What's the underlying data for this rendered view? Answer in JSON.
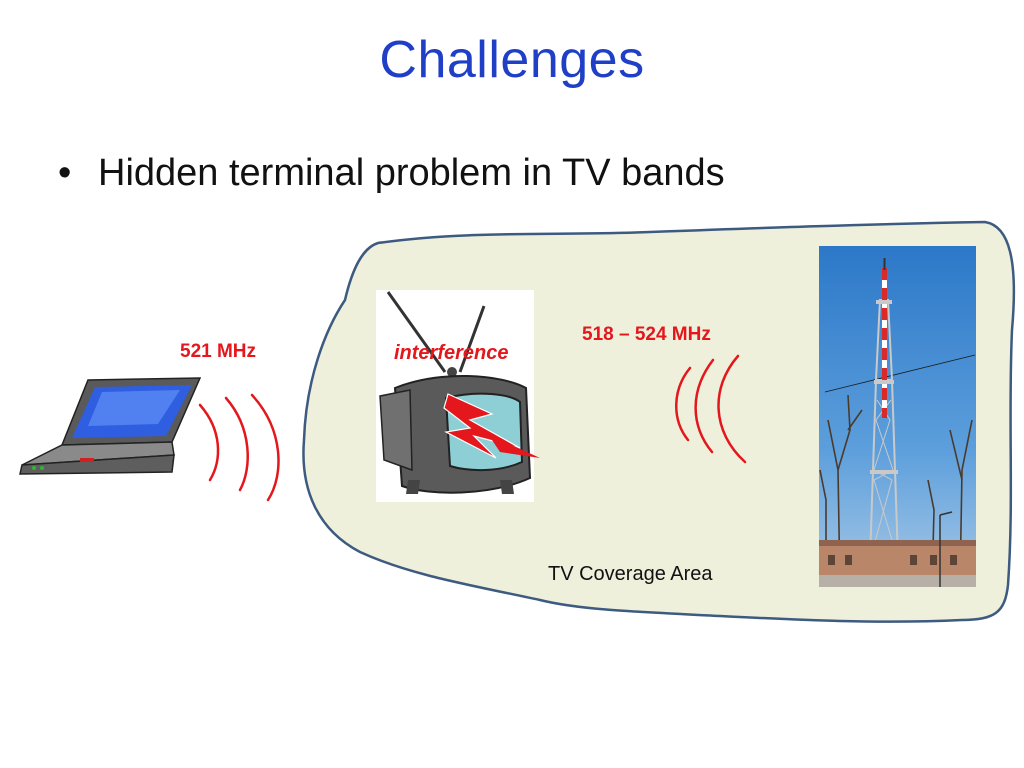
{
  "slide": {
    "title": "Challenges",
    "bullet_char": "•",
    "bullet": "Hidden terminal problem in TV bands"
  },
  "diagram": {
    "laptop_freq": "521 MHz",
    "tower_freq": "518 – 524 MHz",
    "tv_label": "interference",
    "coverage_label": "TV Coverage Area"
  },
  "colors": {
    "title": "#1f3fc7",
    "accent_red": "#e3171c",
    "coverage_fill": "#eef0dc",
    "coverage_border": "#3d5a80"
  }
}
